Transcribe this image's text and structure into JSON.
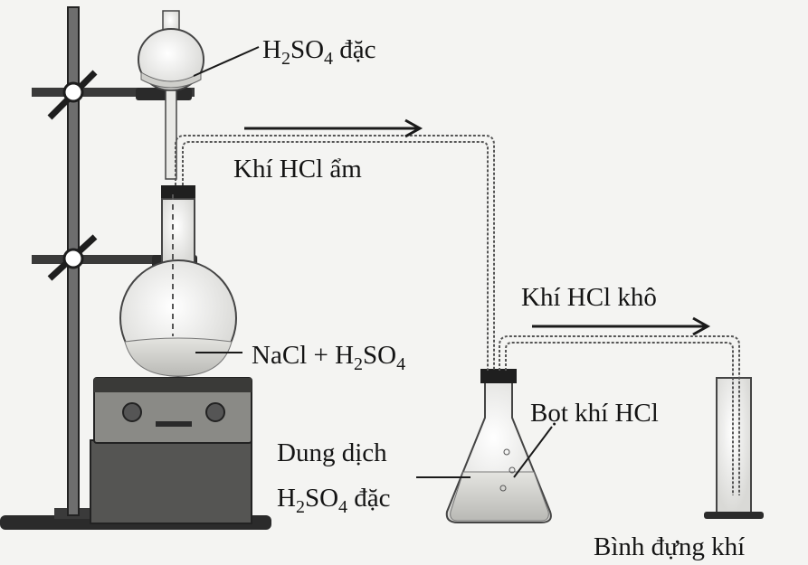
{
  "labels": {
    "acid_funnel": {
      "a": "H",
      "s1": "2",
      "b": "SO",
      "s2": "4",
      "c": " đặc"
    },
    "wet_gas": "Khí HCl ẩm",
    "reactants": {
      "a": "NaCl + H",
      "s1": "2",
      "b": "SO",
      "s2": "4"
    },
    "dry_gas": "Khí HCl khô",
    "bubbles": "Bọt khí HCl",
    "solution_line1": "Dung dịch",
    "solution_line2": {
      "a": "H",
      "s1": "2",
      "b": "SO",
      "s2": "4",
      "c": " đặc"
    },
    "gas_jar": "Bình đựng khí"
  }
}
